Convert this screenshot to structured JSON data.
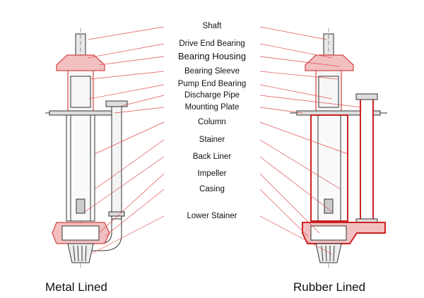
{
  "diagram": {
    "labels": [
      {
        "id": "shaft",
        "text": "Shaft"
      },
      {
        "id": "drive-end-bearing",
        "text": "Drive End Bearing"
      },
      {
        "id": "bearing-housing",
        "text": "Bearing Housing"
      },
      {
        "id": "bearing-sleeve",
        "text": "Bearing Sleeve"
      },
      {
        "id": "pump-end-bearing",
        "text": "Pump End Bearing"
      },
      {
        "id": "discharge-pipe",
        "text": "Discharge Pipe"
      },
      {
        "id": "mounting-plate",
        "text": "Mounting Plate"
      },
      {
        "id": "column",
        "text": "Column"
      },
      {
        "id": "stainer",
        "text": "Stainer"
      },
      {
        "id": "back-liner",
        "text": "Back Liner"
      },
      {
        "id": "impeller",
        "text": "Impeller"
      },
      {
        "id": "casing",
        "text": "Casing"
      },
      {
        "id": "lower-stainer",
        "text": "Lower Stainer"
      }
    ],
    "captions": {
      "left": "Metal Lined",
      "right": "Rubber Lined"
    },
    "colors": {
      "outline": "#333333",
      "red_liner": "#d42020",
      "leader": "#e05050",
      "shading": "#cfcfcf"
    }
  }
}
